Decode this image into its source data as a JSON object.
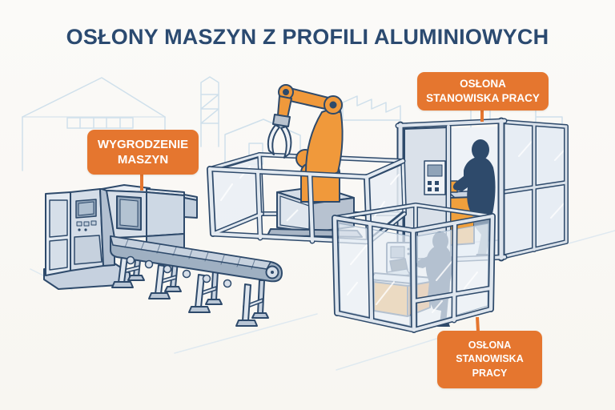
{
  "title": "OSŁONY MASZYN Z PROFILI ALUMINIOWYCH",
  "callouts": [
    {
      "id": "machine-fencing",
      "line1": "WYGRODZENIE",
      "line2": "MASZYN"
    },
    {
      "id": "workstation-guard-upper",
      "line1": "OSŁONA",
      "line2": "STANOWISKA PRACY"
    },
    {
      "id": "workstation-guard-lower",
      "line1": "OSŁONA",
      "line2": "STANOWISKA PRACY"
    }
  ],
  "colors": {
    "accent_orange": "#e5762f",
    "robot_orange": "#f0993b",
    "cabinet_orange": "#f0a03c",
    "outline_blue": "#2e4a6b",
    "title_blue": "#2b4a70",
    "panel_blue": "#d9e0e9",
    "glass_blue": "#e9eff5",
    "skyline_blue": "#cfe0eb",
    "silhouette_blue": "#2e4a6b",
    "background": "#faf9f6"
  },
  "scene": {
    "parts": [
      "factory-skyline",
      "cnc-machine",
      "roller-conveyor",
      "industrial-robot-arm",
      "robot-safety-fence",
      "workstation-enclosure-back",
      "workstation-enclosure-front"
    ]
  }
}
